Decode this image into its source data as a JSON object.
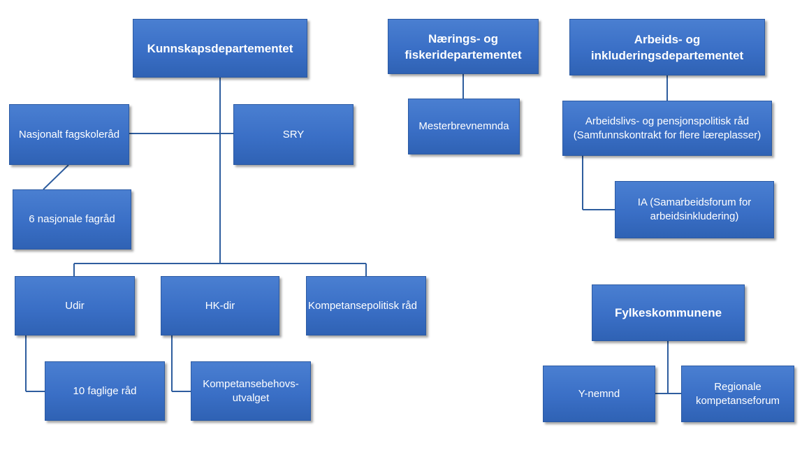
{
  "nodes": {
    "kd": "Kunnskapsdepartementet",
    "nfd": "Nærings- og fiskeridepartementet",
    "aid": "Arbeids- og inkluderingsdepartementet",
    "nfr": "Nasjonalt fagskoleråd",
    "sry": "SRY",
    "nfg": "6 nasjonale fagråd",
    "mbn": "Mesterbrevnemnda",
    "apr": "Arbeidslivs- og pensjonspolitisk råd (Samfunnskontrakt for flere læreplasser)",
    "ia": "IA (Samarbeidsforum for arbeidsinkludering)",
    "udir": "Udir",
    "hkdir": "HK-dir",
    "kpr": "Kompetansepolitisk råd",
    "ffr": "10 faglige råd",
    "kbu": "Kompetansebehovs-utvalget",
    "fk": "Fylkeskommunene",
    "ynemnd": "Y-nemnd",
    "rkf": "Regionale kompetanseforum"
  },
  "colors": {
    "box_fill": "#3a6fc6",
    "box_border": "#2b5aa3",
    "connector": "#2e5d9e",
    "text": "#ffffff"
  }
}
